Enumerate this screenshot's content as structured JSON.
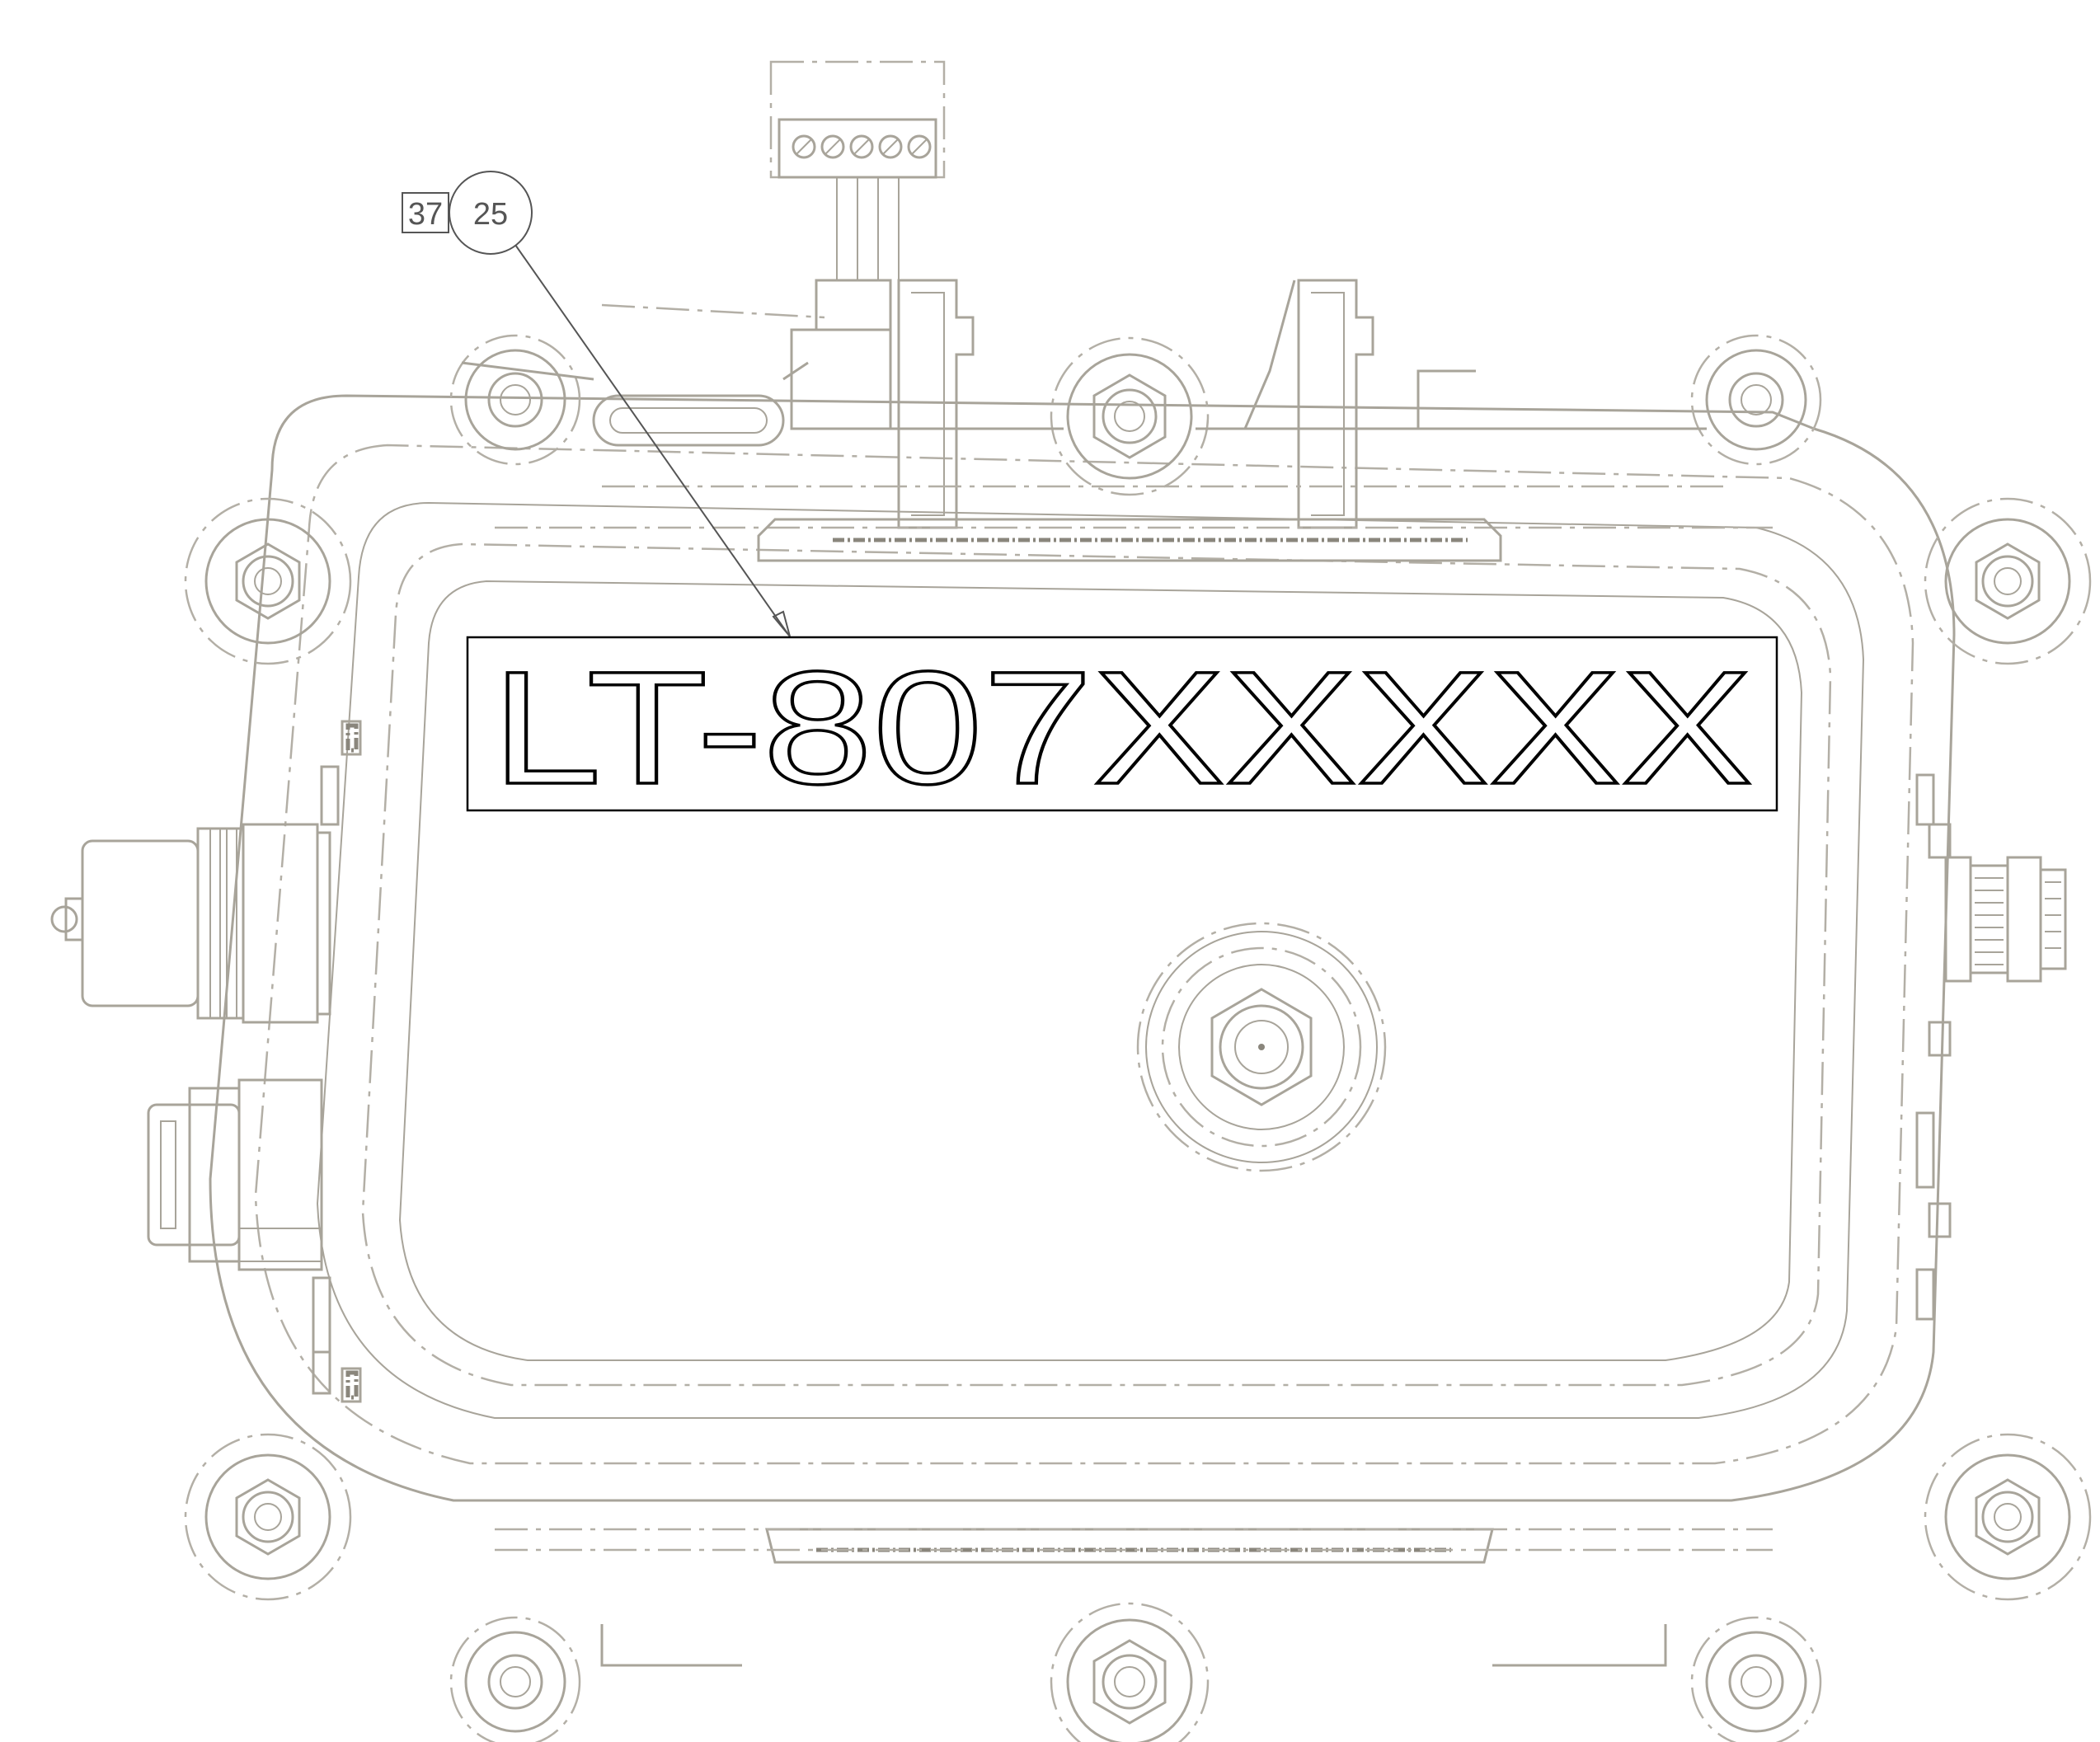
{
  "part_label": "LT-807XXXXX",
  "callout": {
    "quantity": "37",
    "item_number": "25"
  },
  "colors": {
    "outline": "#a8a49a",
    "label_stroke": "#000000",
    "background": "#ffffff"
  }
}
